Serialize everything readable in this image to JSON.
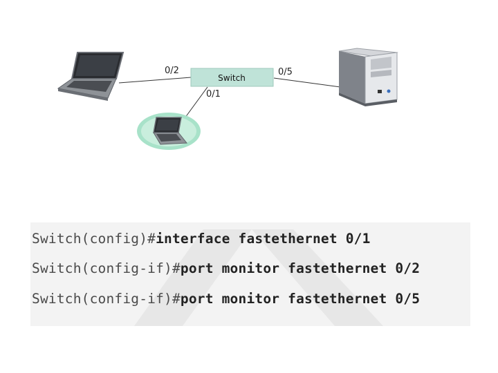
{
  "diagram": {
    "switch_label": "Switch",
    "ports": {
      "left": "0/2",
      "right": "0/5",
      "bottom": "0/1"
    },
    "devices": [
      {
        "icon": "laptop-icon"
      },
      {
        "icon": "monitoring-laptop-icon"
      },
      {
        "icon": "server-icon"
      }
    ],
    "colors": {
      "switch": "#bfe3d8",
      "highlight_halo": "#a8e2c9"
    }
  },
  "cli": [
    {
      "prompt": "Switch(config)#",
      "command": "interface fastethernet 0/1"
    },
    {
      "prompt": "Switch(config-if)#",
      "command": "port monitor fastethernet 0/2"
    },
    {
      "prompt": "Switch(config-if)#",
      "command": "port monitor fastethernet 0/5"
    }
  ]
}
